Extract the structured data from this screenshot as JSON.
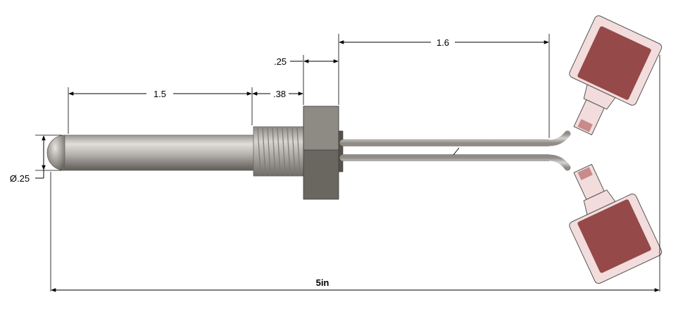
{
  "drawing": {
    "title": "",
    "dimensions": {
      "probe_length": "1.5",
      "thread_length": ".38",
      "hex_width": ".25",
      "lead_length": "1.6",
      "probe_diameter": "Ø.25",
      "overall_length": "5in"
    }
  },
  "colors": {
    "probe_light": "#d9d6d2",
    "probe_dark": "#6e6a66",
    "hex_face": "#6a6660",
    "hex_top": "#8e8a84",
    "wire": "#b9b6b2",
    "terminal_fill": "#8d3c3c",
    "terminal_sleeve": "#f2dcdc",
    "terminal_outline": "#555555"
  }
}
